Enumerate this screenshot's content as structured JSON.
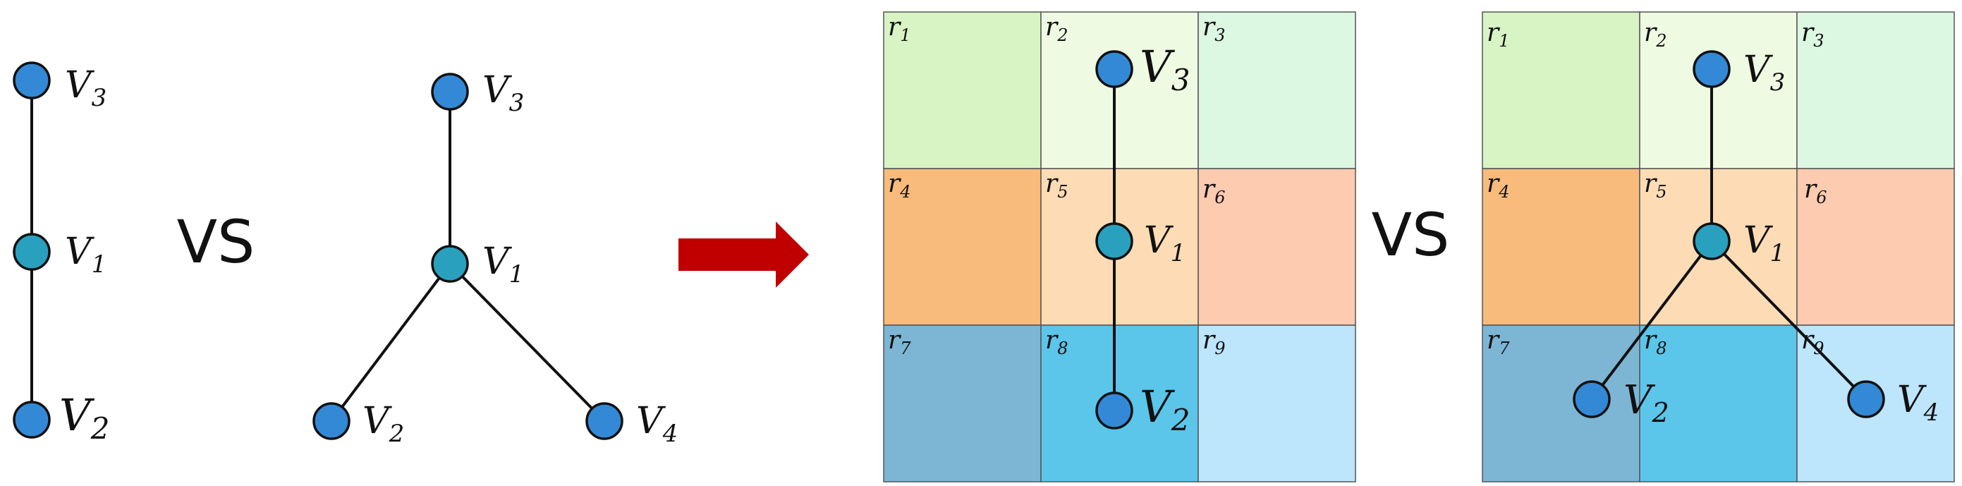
{
  "vs_text": "VS",
  "colors": {
    "node_fill": "#3389d6",
    "center_node_fill": "#2aa0bf",
    "arrow": "#c00000"
  },
  "regions": [
    {
      "label": "r",
      "sub": "1",
      "color": "#d8f4c4"
    },
    {
      "label": "r",
      "sub": "2",
      "color": "#eefbe2"
    },
    {
      "label": "r",
      "sub": "3",
      "color": "#dcf7e2"
    },
    {
      "label": "r",
      "sub": "4",
      "color": "#f8bb7c"
    },
    {
      "label": "r",
      "sub": "5",
      "color": "#fddcb5"
    },
    {
      "label": "r",
      "sub": "6",
      "color": "#fdcbb0"
    },
    {
      "label": "r",
      "sub": "7",
      "color": "#7db6d4"
    },
    {
      "label": "r",
      "sub": "8",
      "color": "#5cc5ea"
    },
    {
      "label": "r",
      "sub": "9",
      "color": "#bde5fb"
    }
  ],
  "graphs": {
    "left_chain": {
      "nodes": [
        {
          "id": "V3",
          "label": "V",
          "sub": "3"
        },
        {
          "id": "V1",
          "label": "V",
          "sub": "1"
        },
        {
          "id": "V2",
          "label": "V",
          "sub": "2"
        }
      ]
    },
    "left_star": {
      "nodes": [
        {
          "id": "V3",
          "label": "V",
          "sub": "3"
        },
        {
          "id": "V1",
          "label": "V",
          "sub": "1"
        },
        {
          "id": "V2",
          "label": "V",
          "sub": "2"
        },
        {
          "id": "V4",
          "label": "V",
          "sub": "4"
        }
      ]
    },
    "grid_chain": {
      "nodes": [
        {
          "id": "V3",
          "label": "V",
          "sub": "3"
        },
        {
          "id": "V1",
          "label": "V",
          "sub": "1"
        },
        {
          "id": "V2",
          "label": "V",
          "sub": "2"
        }
      ]
    },
    "grid_star": {
      "nodes": [
        {
          "id": "V3",
          "label": "V",
          "sub": "3"
        },
        {
          "id": "V1",
          "label": "V",
          "sub": "1"
        },
        {
          "id": "V2",
          "label": "V",
          "sub": "2"
        },
        {
          "id": "V4",
          "label": "V",
          "sub": "4"
        }
      ]
    }
  }
}
